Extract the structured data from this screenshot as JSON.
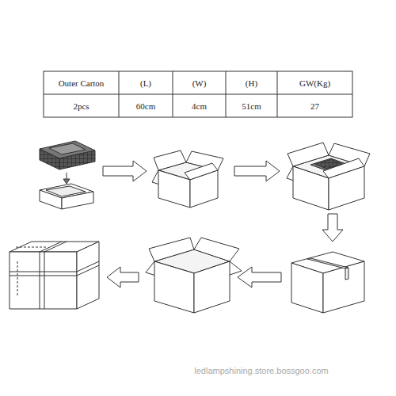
{
  "diagram": {
    "labels": [
      "Outer Carton",
      "(L)",
      "(W)",
      "(H)",
      "GW(Kg)",
      "2pcs",
      "60cm",
      "4cm",
      "51cm",
      "27",
      "ledlampshining.store.bossgoo.com"
    ]
  }
}
